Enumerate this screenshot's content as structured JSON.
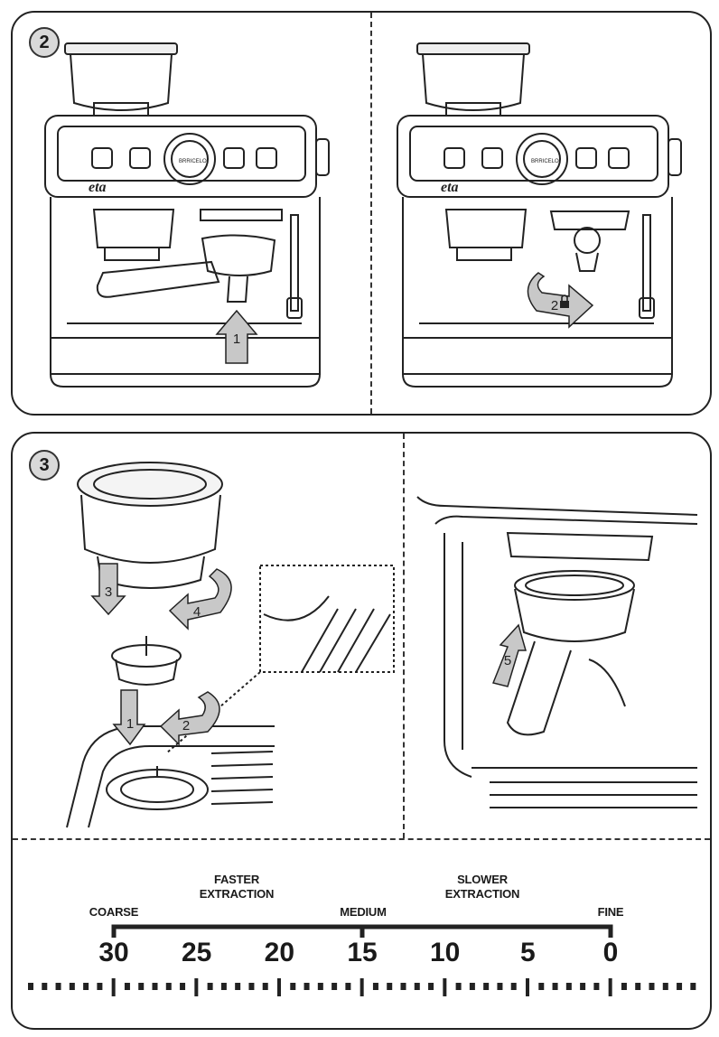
{
  "panel2": {
    "badge": "2",
    "left": {
      "brand": "eta",
      "dial_text": "BRRICELO",
      "step": "1"
    },
    "right": {
      "brand": "eta",
      "dial_text": "BRRICELO",
      "step": "2"
    }
  },
  "panel3": {
    "badge": "3",
    "steps": [
      "1",
      "2",
      "3",
      "4",
      "5"
    ]
  },
  "scale": {
    "labels": {
      "coarse": "COARSE",
      "faster_line1": "FASTER",
      "faster_line2": "EXTRACTION",
      "medium": "MEDIUM",
      "slower_line1": "SLOWER",
      "slower_line2": "EXTRACTION",
      "fine": "FINE"
    },
    "numbers": [
      "30",
      "25",
      "20",
      "15",
      "10",
      "5",
      "0"
    ]
  },
  "colors": {
    "outline": "#222222",
    "arrow_fill": "#c8c8c8",
    "badge_fill": "#d9d9d9"
  }
}
